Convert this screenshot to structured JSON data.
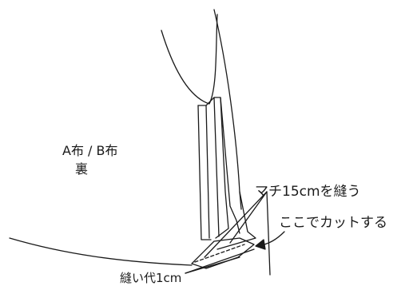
{
  "labels": {
    "fabric": "A布 / B布",
    "side": "裏",
    "gusset": "マチ15cmを縫う",
    "cut": "ここでカットする",
    "allowance": "縫い代1cm"
  },
  "colors": {
    "line": "#1a1a1a",
    "background": "#ffffff"
  }
}
